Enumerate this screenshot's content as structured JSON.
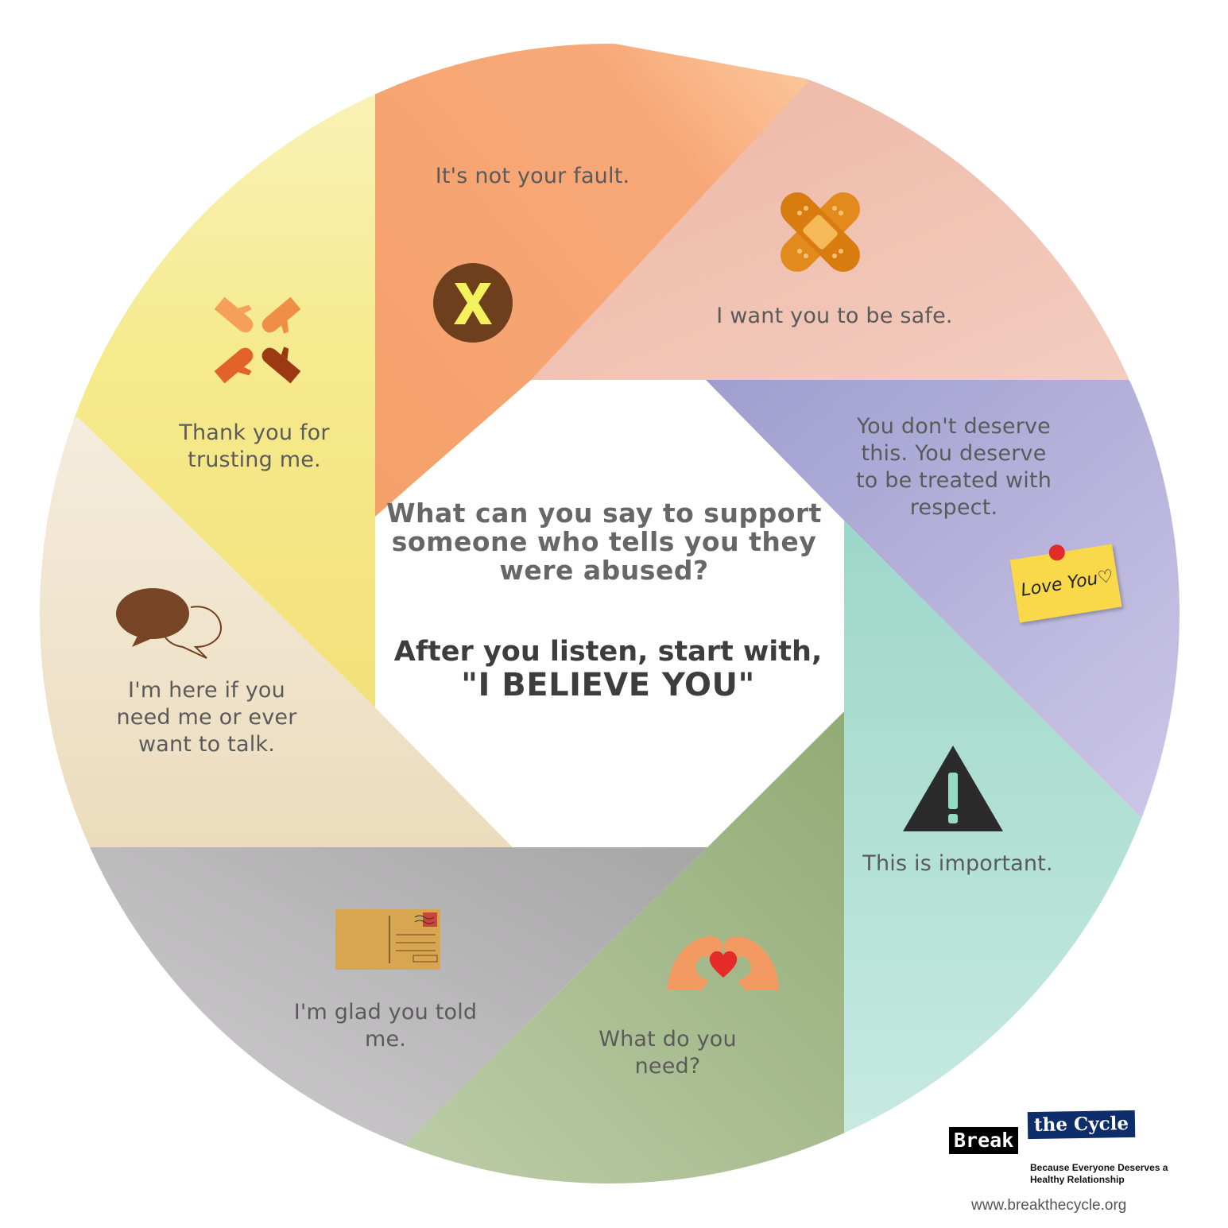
{
  "segments": [
    {
      "text": "It's not your fault.",
      "icon": "x-circle-icon"
    },
    {
      "text": "I want you to be safe.",
      "icon": "bandage-icon"
    },
    {
      "text": "You don't deserve this. You deserve to be treated with respect.",
      "icon": "love-you-note-icon",
      "note_text": "Love You♡"
    },
    {
      "text": "This is important.",
      "icon": "warning-icon"
    },
    {
      "text": "What do you need?",
      "icon": "heart-hands-icon"
    },
    {
      "text": "I'm glad you told me.",
      "icon": "postcard-icon"
    },
    {
      "text": "I'm here if you need me or ever want to talk.",
      "icon": "speech-bubbles-icon"
    },
    {
      "text": "Thank you for trusting me.",
      "icon": "joined-hands-icon"
    }
  ],
  "center": {
    "question": "What can you say to support someone who tells you they were abused?",
    "cta_line1": "After you listen, start with,",
    "cta_line2": "\"I BELIEVE YOU\""
  },
  "logo": {
    "break_text": "Break",
    "cycle_text": "the Cycle",
    "tagline": "Because Everyone Deserves a Healthy Relationship",
    "url": "www.breakthecycle.org"
  },
  "colors": {
    "orange": "#f6a36c",
    "pink": "#efbcab",
    "lavender": "#aeaad6",
    "mint": "#a9dccf",
    "sage": "#a6b98a",
    "gray": "#bdbbbd",
    "cream": "#f0e3c8",
    "yellow": "#f6e98b",
    "text": "#5a5a5a"
  }
}
